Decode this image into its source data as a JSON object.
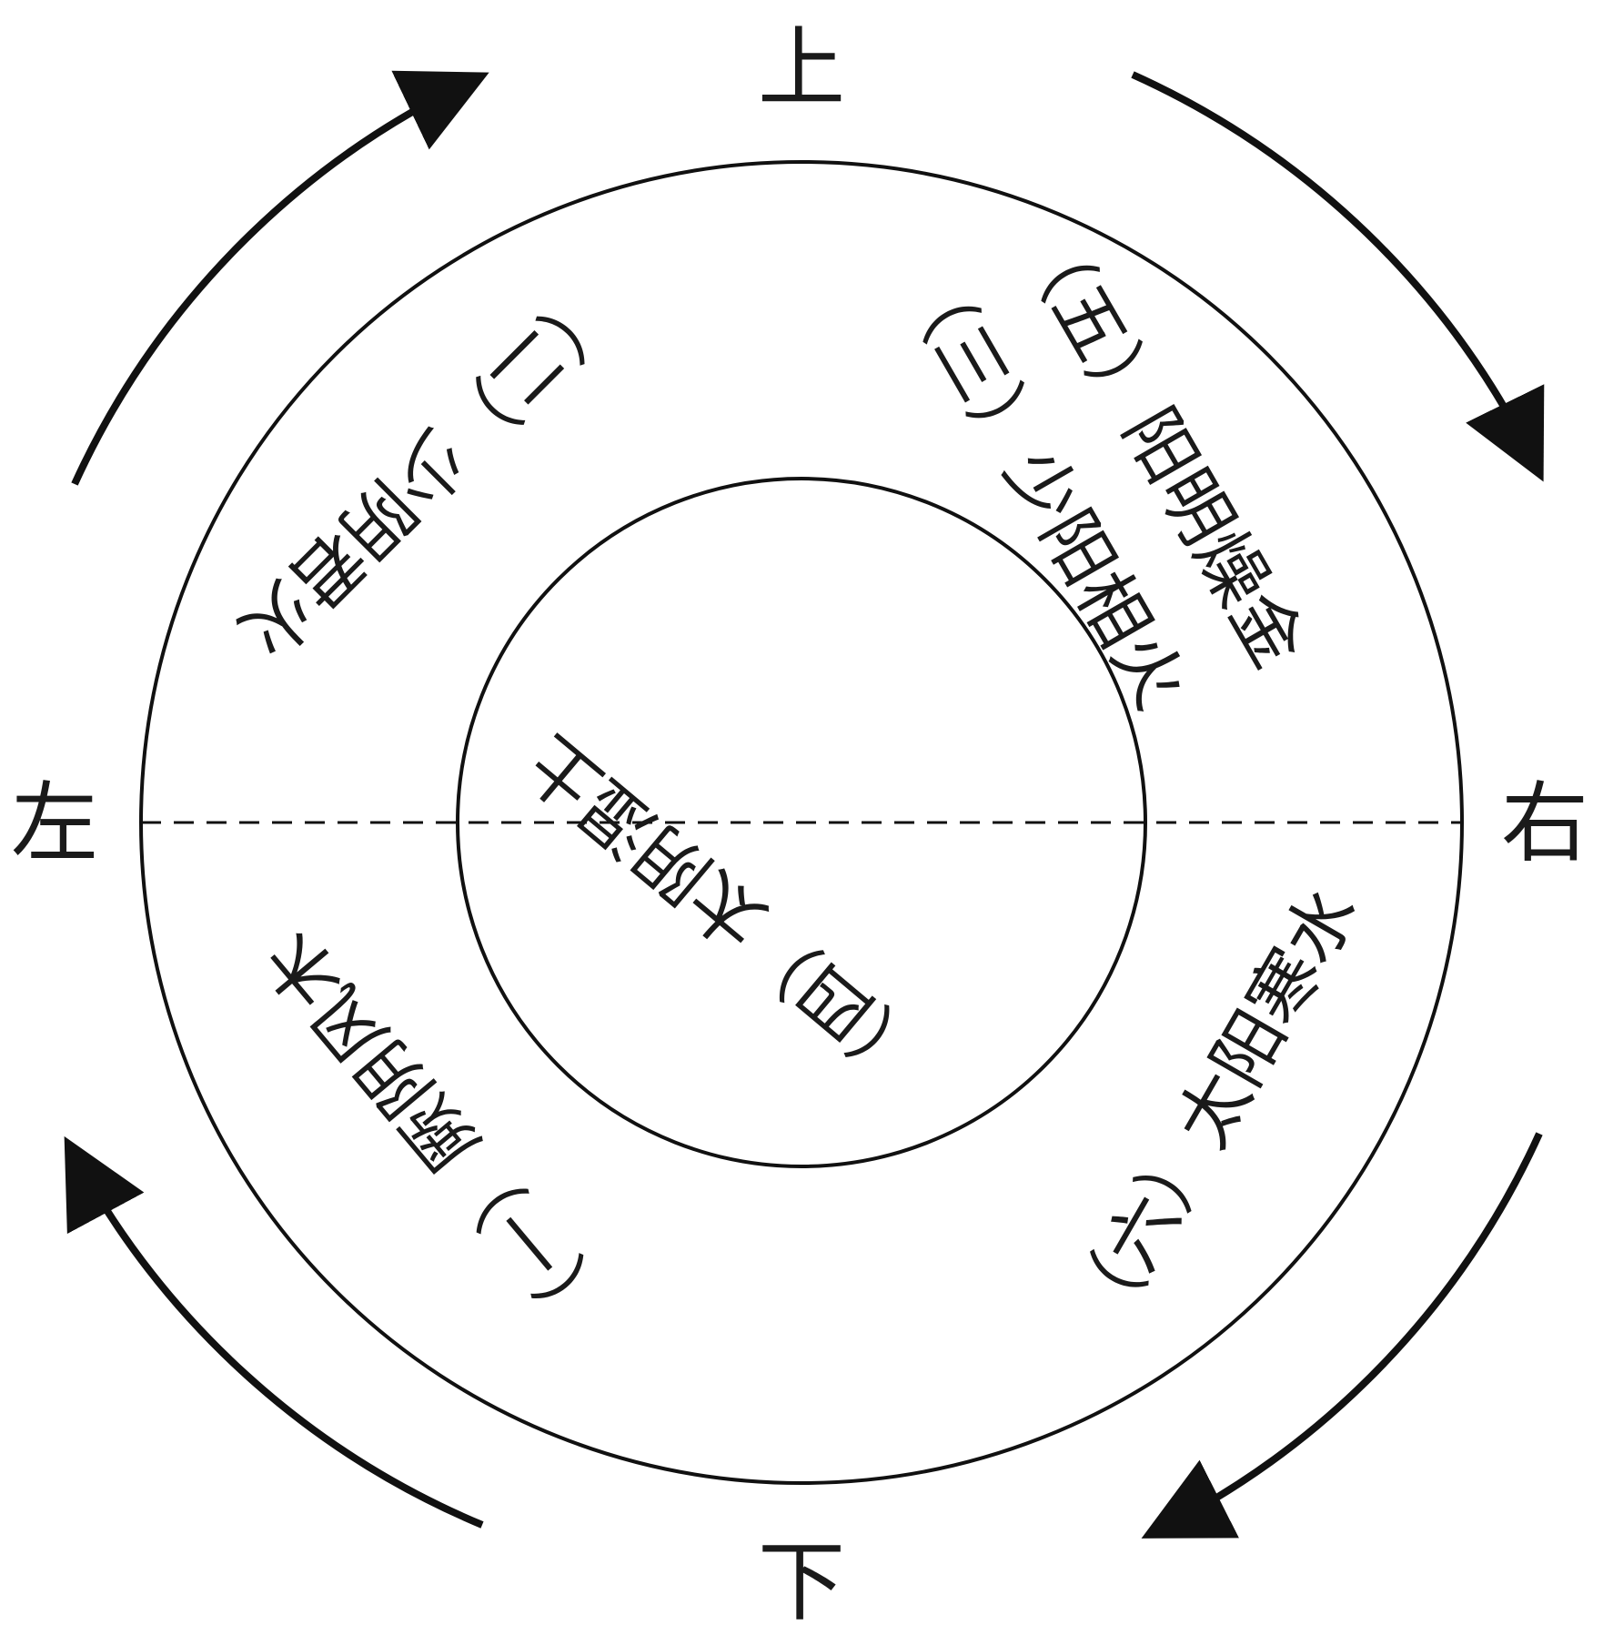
{
  "colors": {
    "stroke": "#111111",
    "text": "#1a1a1a",
    "background": "#ffffff"
  },
  "directions": {
    "top": "上",
    "bottom": "下",
    "left": "左",
    "right": "右"
  },
  "segments": {
    "one": "（一）厥阴风木",
    "two": "（二）少阴君火",
    "three": "（三）少阳相火",
    "four": "（四）太阴湿土",
    "five": "（五）阳明燥金",
    "six": "（六）太阳寒水"
  },
  "arrows": [
    {
      "name": "upper-left-arrow",
      "direction": "clockwise"
    },
    {
      "name": "upper-right-arrow",
      "direction": "clockwise"
    },
    {
      "name": "lower-right-arrow",
      "direction": "clockwise"
    },
    {
      "name": "lower-left-arrow",
      "direction": "clockwise"
    }
  ]
}
